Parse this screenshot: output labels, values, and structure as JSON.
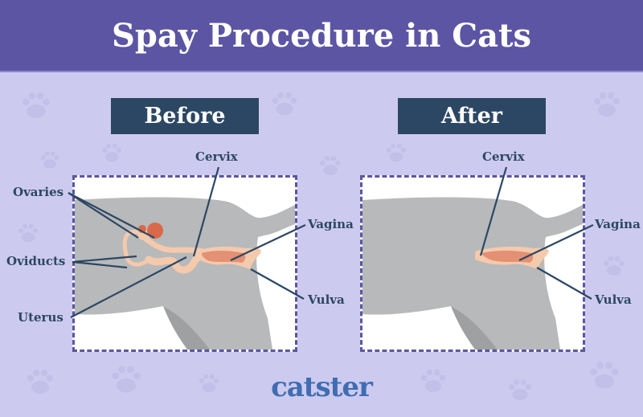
{
  "header": {
    "title": "Spay Procedure in Cats",
    "background": "#5c55a3"
  },
  "panels": {
    "before": {
      "badge": "Before",
      "labels": {
        "ovaries": "Ovaries",
        "oviducts": "Oviducts",
        "uterus": "Uterus",
        "cervix": "Cervix",
        "vagina": "Vagina",
        "vulva": "Vulva"
      }
    },
    "after": {
      "badge": "After",
      "labels": {
        "cervix": "Cervix",
        "vagina": "Vagina",
        "vulva": "Vulva"
      }
    }
  },
  "colors": {
    "background": "#cdcaf0",
    "badge": "#2c4763",
    "label_text": "#2c4763",
    "dashed_border": "#5c55a3",
    "cat_body": "#b7b9ba",
    "organ_outer": "#f4c9ac",
    "organ_inner": "#e39075",
    "ovary": "#d8694a",
    "logo": "#3f6db0"
  },
  "footer": {
    "logo": "catster"
  }
}
